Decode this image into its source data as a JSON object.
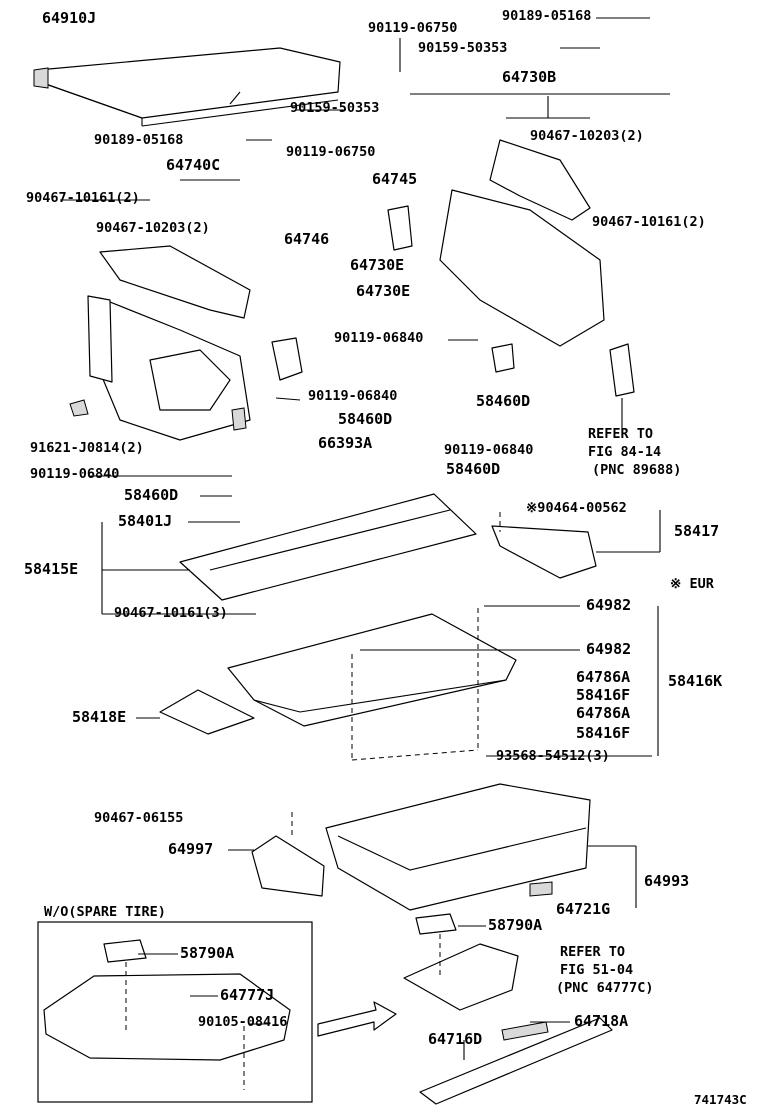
{
  "diagram": {
    "drawing_id": "741743C",
    "inset_title": "W/O(SPARE TIRE)",
    "region_note": "※ EUR",
    "refer_a": [
      "REFER TO",
      "FIG 84-14",
      "(PNC 89688)"
    ],
    "refer_b": [
      "REFER TO",
      "FIG 51-04",
      "(PNC 64777C)"
    ],
    "callouts": {
      "c64910J": "64910J",
      "c90119_06750_t": "90119-06750",
      "c90189_05168_t": "90189-05168",
      "c90159_50353_t": "90159-50353",
      "c64730B": "64730B",
      "c90159_50353_l": "90159-50353",
      "c90189_05168_l": "90189-05168",
      "c90467_10203_r": "90467-10203(2)",
      "c64740C": "64740C",
      "c90119_06750_m": "90119-06750",
      "c64745": "64745",
      "c90467_10161_l": "90467-10161(2)",
      "c90467_10161_r": "90467-10161(2)",
      "c90467_10203_l": "90467-10203(2)",
      "c64746": "64746",
      "c64730E_a": "64730E",
      "c64730E_b": "64730E",
      "c90119_06840_a": "90119-06840",
      "c90119_06840_b": "90119-06840",
      "c58460D_a": "58460D",
      "c58460D_b": "58460D",
      "c91621": "91621-J0814(2)",
      "c66393A": "66393A",
      "c90119_06840_c": "90119-06840",
      "c90119_06840_d": "90119-06840",
      "c58460D_c": "58460D",
      "c58460D_d": "58460D",
      "c90464": "※90464-00562",
      "c58401J": "58401J",
      "c58417": "58417",
      "c58415E": "58415E",
      "c90467_10161_b": "90467-10161(3)",
      "c64982_a": "64982",
      "c64982_b": "64982",
      "c64786A_a": "64786A",
      "c58416K": "58416K",
      "c58416F_a": "58416F",
      "c58418E": "58418E",
      "c64786A_b": "64786A",
      "c58416F_b": "58416F",
      "c93568": "93568-54512(3)",
      "c90467_06155": "90467-06155",
      "c64997": "64997",
      "c64993": "64993",
      "c64721G": "64721G",
      "c58790A_r": "58790A",
      "c58790A_l": "58790A",
      "c64777J": "64777J",
      "c90105": "90105-08416",
      "c64718A": "64718A",
      "c64716D": "64716D"
    }
  }
}
